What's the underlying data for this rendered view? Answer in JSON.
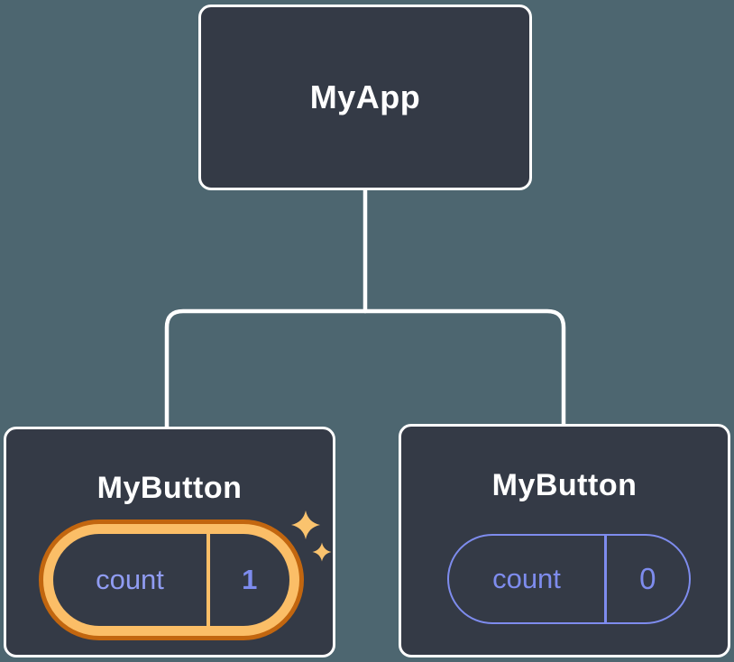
{
  "colors": {
    "background": "#4D6670",
    "node-fill": "#343A46",
    "node-border": "#FFFFFF",
    "connector": "#FFFFFF",
    "title-text": "#FFFFFF",
    "purple": "#7E8CEE",
    "purple-light": "#909CF2",
    "orange-dark": "#C2660F",
    "orange-light": "#FBBE67",
    "sparkle": "#FAC36E"
  },
  "diagram": {
    "type": "component-tree",
    "root": {
      "label": "MyApp"
    },
    "children": [
      {
        "label": "MyButton",
        "state": {
          "key": "count",
          "value": "1"
        },
        "highlighted": true
      },
      {
        "label": "MyButton",
        "state": {
          "key": "count",
          "value": "0"
        },
        "highlighted": false
      }
    ]
  }
}
